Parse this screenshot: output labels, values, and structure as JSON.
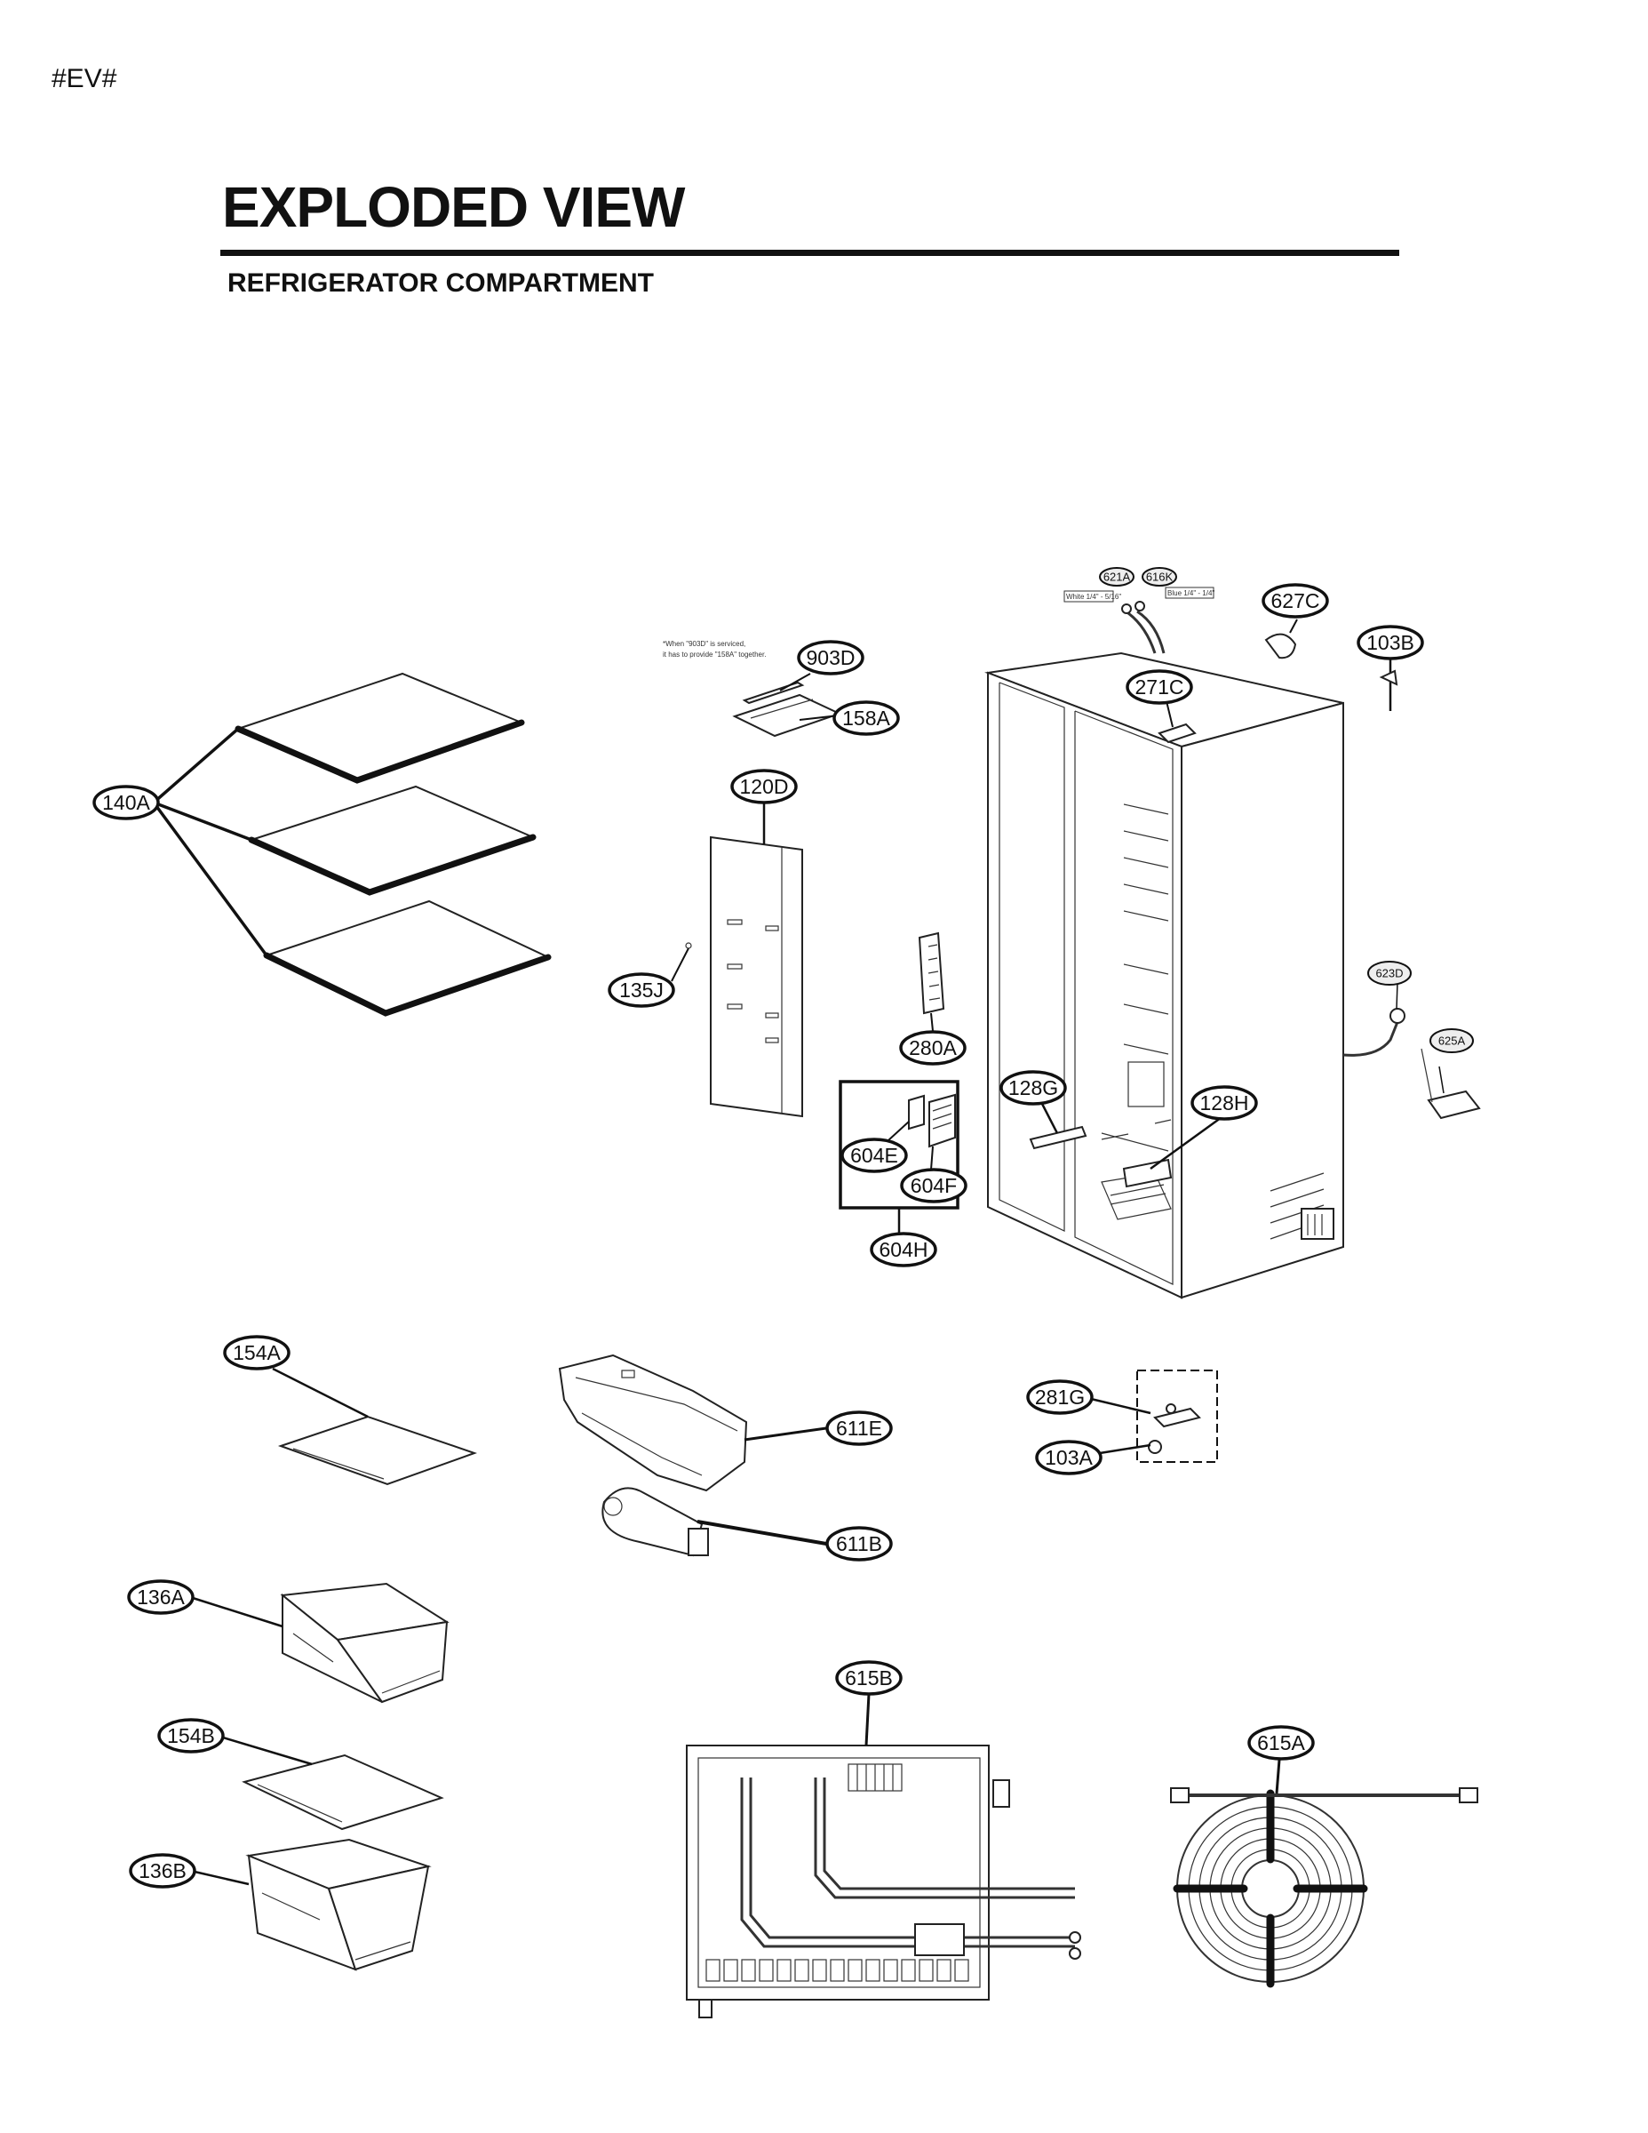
{
  "header": {
    "tag": "#EV#",
    "title": "EXPLODED VIEW",
    "subtitle": "REFRIGERATOR COMPARTMENT"
  },
  "notes": {
    "service_note_line1": "*When \"903D\" is serviced,",
    "service_note_line2": "it has to provide \"158A\" together.",
    "tube_white": "White 1/4\" - 5/16\"",
    "tube_blue": "Blue 1/4\" - 1/4\""
  },
  "callouts": {
    "c140A": "140A",
    "c903D": "903D",
    "c158A": "158A",
    "c120D": "120D",
    "c135J": "135J",
    "c280A": "280A",
    "c604E": "604E",
    "c604F": "604F",
    "c604H": "604H",
    "c621A": "621A",
    "c616K": "616K",
    "c627C": "627C",
    "c103B": "103B",
    "c271C": "271C",
    "c623D": "623D",
    "c625A": "625A",
    "c128G": "128G",
    "c128H": "128H",
    "c154A": "154A",
    "c611E": "611E",
    "c611B": "611B",
    "c281G": "281G",
    "c103A": "103A",
    "c136A": "136A",
    "c154B": "154B",
    "c136B": "136B",
    "c615B": "615B",
    "c615A": "615A"
  }
}
